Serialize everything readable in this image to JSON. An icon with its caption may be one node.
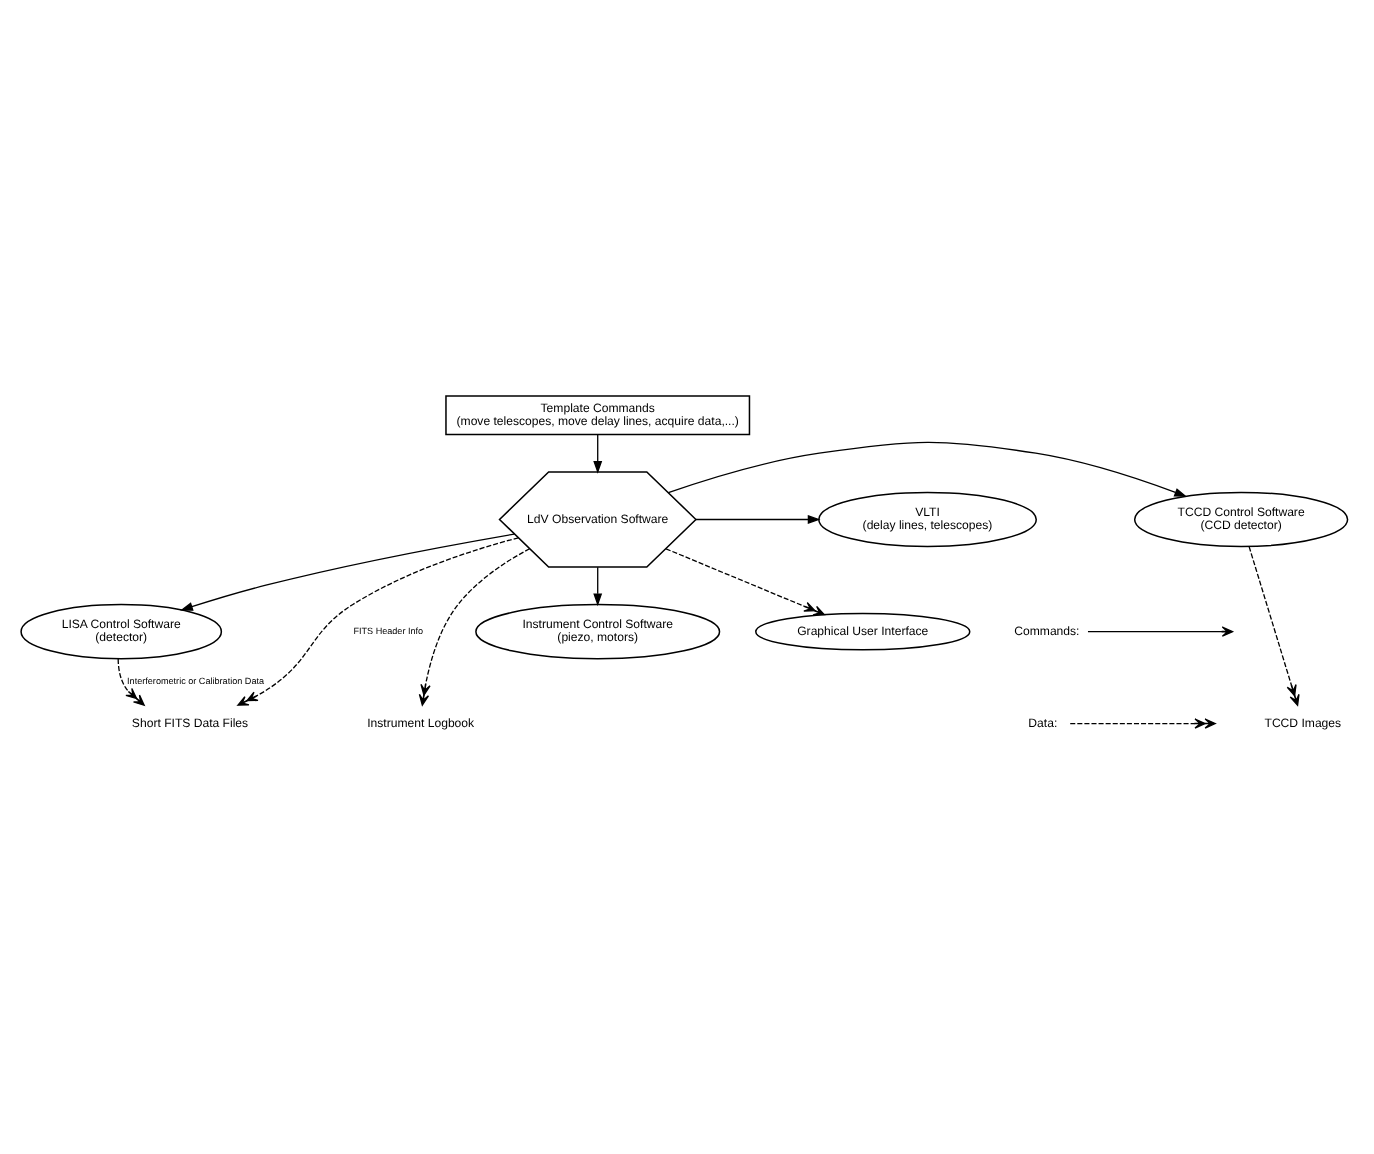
{
  "diagram": {
    "nodes": [
      {
        "text": [
          "Template Commands",
          "(move telescopes, move delay lines, acquire data,...)"
        ]
      },
      {
        "text": [
          "Instrument Control Software",
          "(piezo, motors)"
        ]
      },
      {
        "text": [
          "Graphical User Interface"
        ]
      },
      {
        "text": [
          "LdV Observation Software"
        ]
      },
      {
        "text": [
          "TCCD Control Software",
          "(CCD detector)"
        ]
      },
      {
        "text": [
          "VLTI",
          "(delay lines, telescopes)"
        ]
      },
      {
        "text": [
          "LISA Control Software",
          "(detector)"
        ]
      },
      {
        "text": [
          "TCCD Images"
        ]
      },
      {
        "text": [
          "Short FITS Data Files"
        ]
      },
      {
        "text": [
          "Instrument Logbook"
        ]
      }
    ],
    "edges": [
      {
        "from": 0,
        "to": 3,
        "arrow": "to"
      },
      {
        "from": 3,
        "to": 1,
        "arrow": "to"
      },
      {
        "from": 3,
        "to": 2,
        "arrow": "to",
        "style": "dashed"
      },
      {
        "from": 3,
        "to": 4,
        "arrow": "to"
      },
      {
        "from": 3,
        "to": 5,
        "arrow": "to"
      },
      {
        "from": 3,
        "to": 6,
        "arrow": "to"
      },
      {
        "from": 4,
        "to": 7,
        "arrow": "to",
        "style": "dashed"
      },
      {
        "from": 6,
        "to": 8,
        "arrow": "to",
        "style": "dashed",
        "label": "Interferometric or Calibration Data"
      },
      {
        "from": 3,
        "to": 8,
        "arrow": "to",
        "style": "dashed",
        "label": "FITS Header Info"
      },
      {
        "from": 3,
        "to": 9,
        "arrow": "to",
        "style": "dashed"
      }
    ],
    "legend": [
      {
        "text": "Commands:"
      },
      {
        "text": "Data:"
      }
    ]
  }
}
